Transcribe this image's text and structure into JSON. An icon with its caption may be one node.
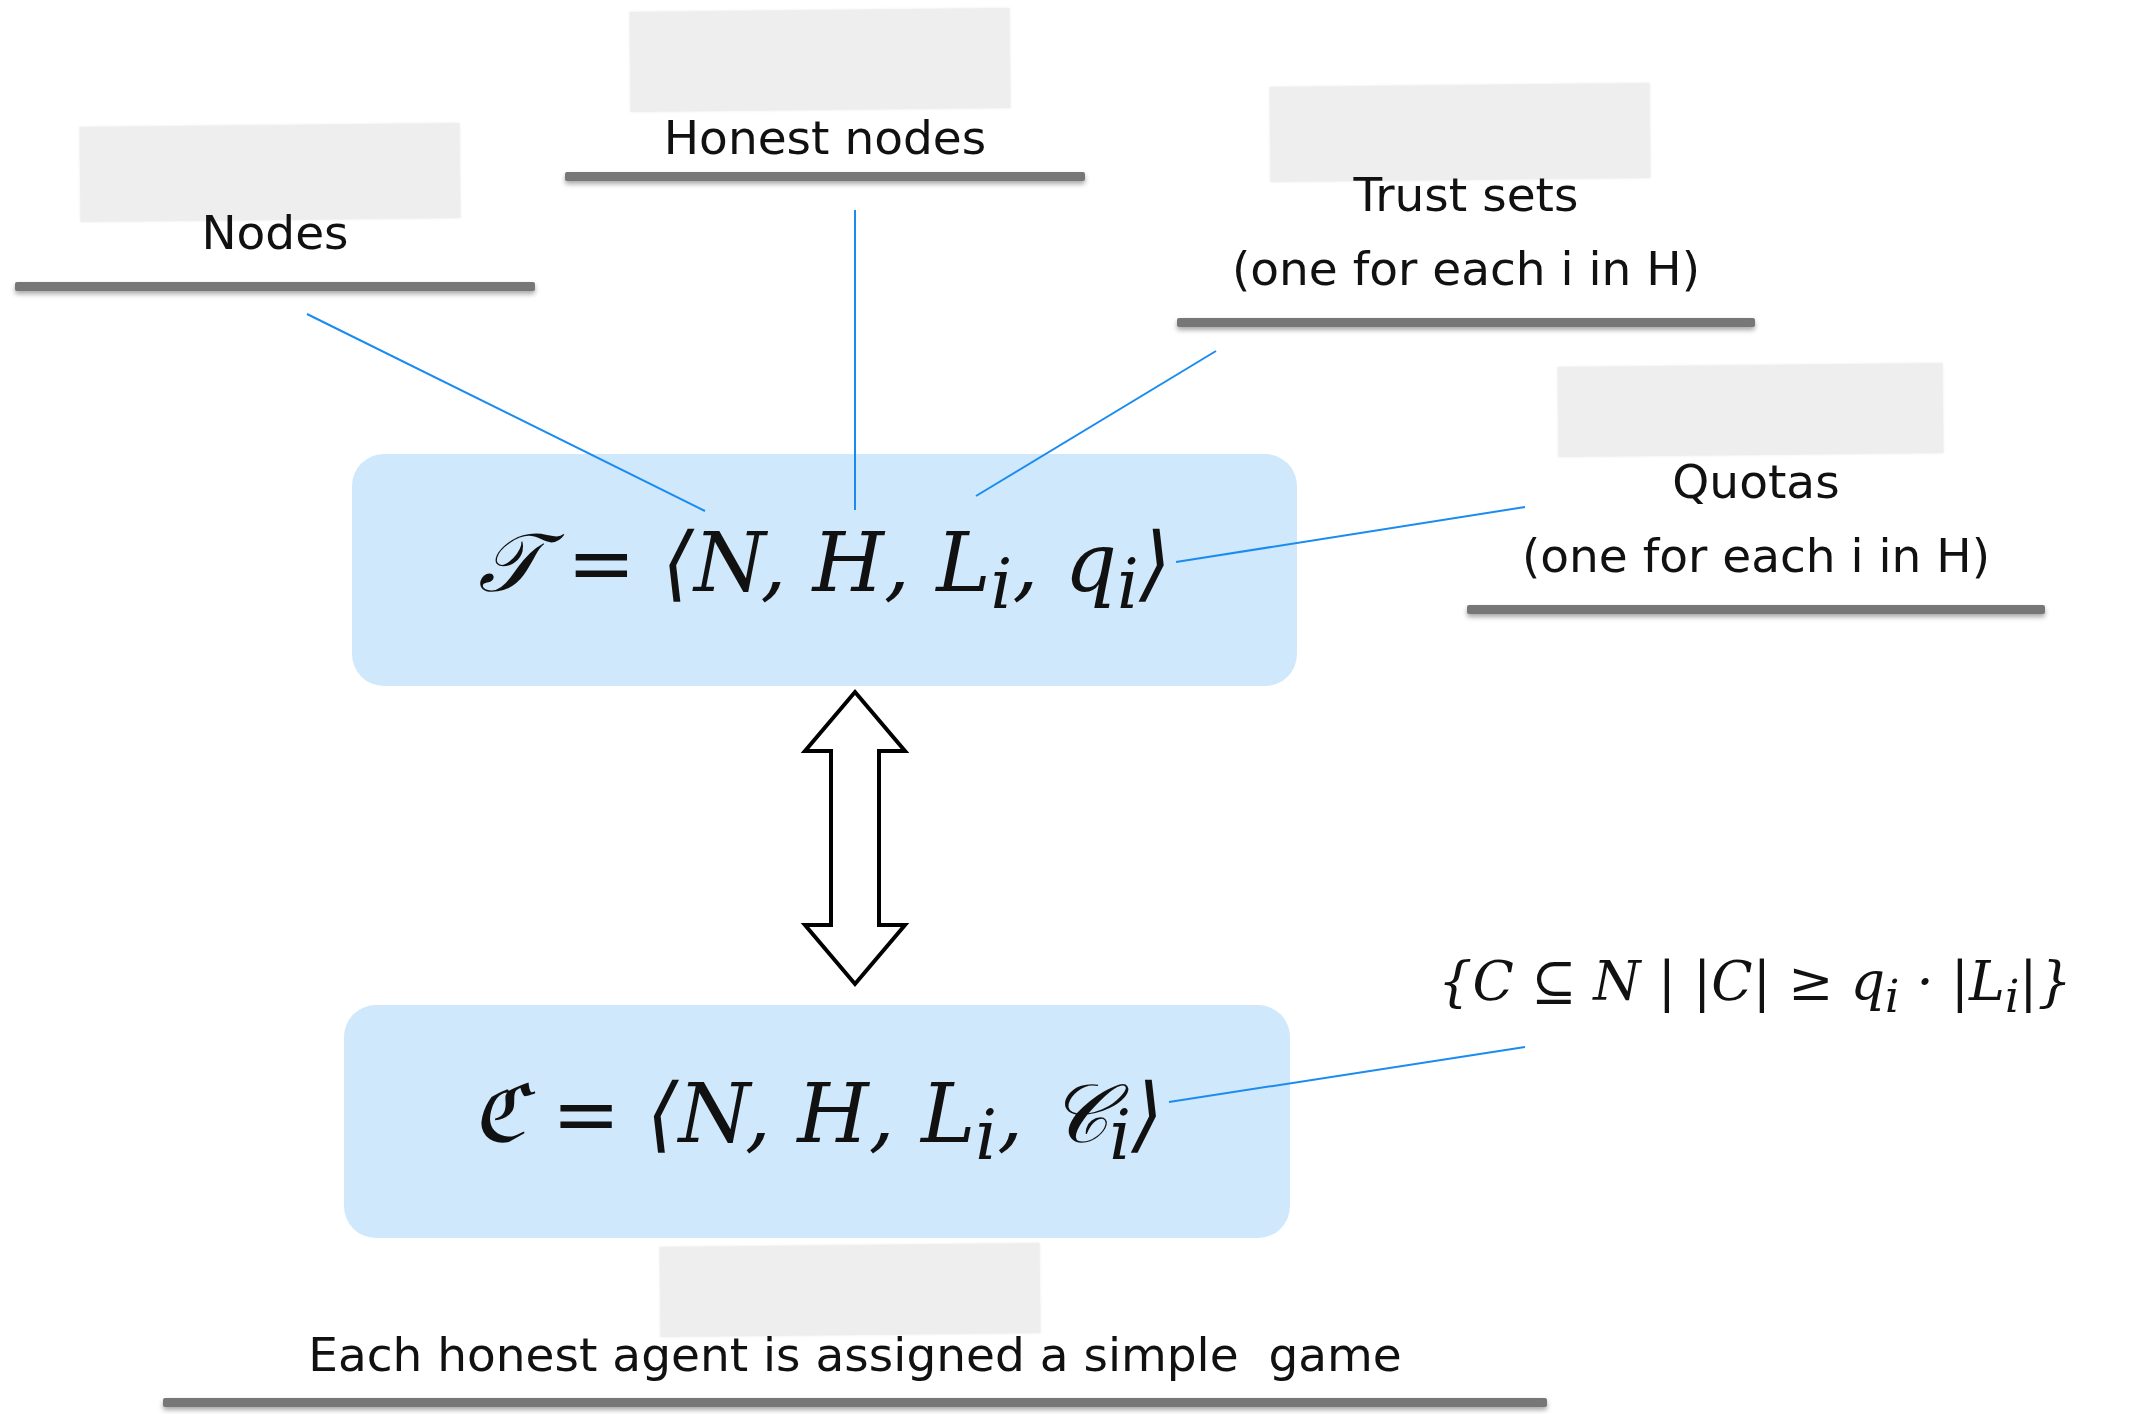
{
  "diagram": {
    "nodes": [
      {
        "text": [
          "Honest nodes"
        ]
      },
      {
        "text": [
          "Nodes"
        ]
      },
      {
        "text": [
          "Trust sets",
          "(one for each i in H)"
        ]
      },
      {
        "text": [
          "Quotas",
          "(one for each i in H)"
        ]
      },
      {
        "text": [
          "𝒯 = ⟨N, H, L$_{i}$, q$_{i}$⟩"
        ]
      },
      {
        "text": [
          "{C ⊆ N | |C| ≥ q$_{i}$ · |L$_{i}$|}"
        ]
      },
      {
        "text": [
          "ℭ = ⟨N, H, L$_{i}$, 𝒞$_{i}$⟩"
        ]
      },
      {
        "text": [
          "Each honest agent is assigned a simple  game"
        ]
      }
    ],
    "edges": [
      {
        "from": 1,
        "to": 4,
        "arrow": "none"
      },
      {
        "from": 0,
        "to": 4,
        "arrow": "none"
      },
      {
        "from": 2,
        "to": 4,
        "arrow": "none"
      },
      {
        "from": 3,
        "to": 4,
        "arrow": "none"
      },
      {
        "from": 5,
        "to": 6,
        "arrow": "none"
      },
      {
        "from": 4,
        "to": 6,
        "arrow": "both"
      }
    ]
  }
}
